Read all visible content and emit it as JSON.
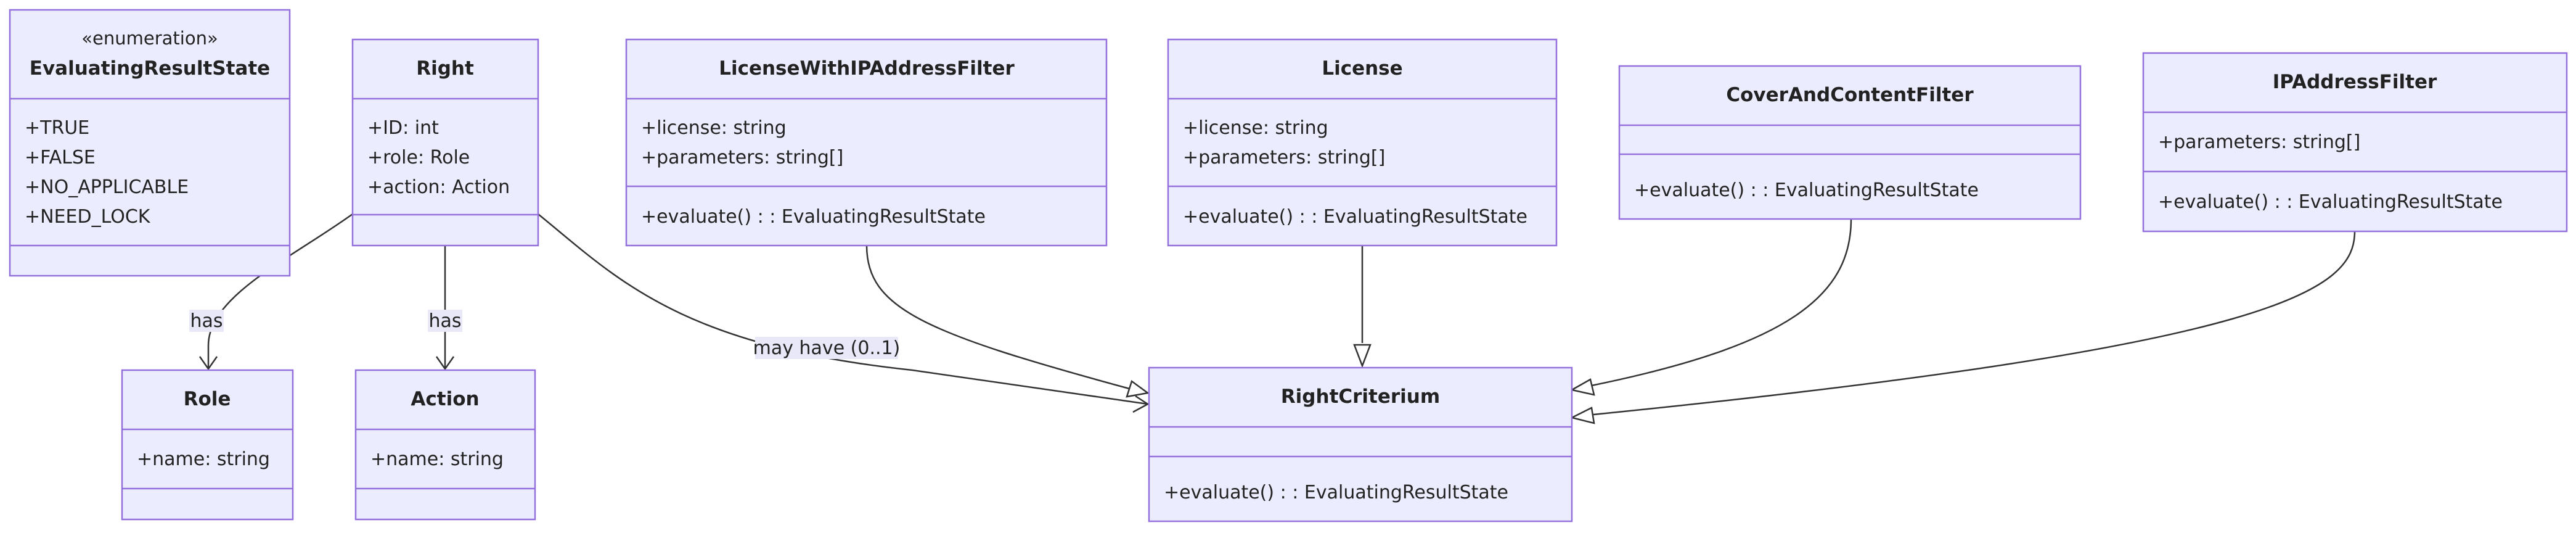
{
  "classes": {
    "evaluating_result_state": {
      "stereotype": "«enumeration»",
      "name": "EvaluatingResultState",
      "attributes": [
        "+TRUE",
        "+FALSE",
        "+NO_APPLICABLE",
        "+NEED_LOCK"
      ],
      "methods": []
    },
    "right": {
      "name": "Right",
      "attributes": [
        "+ID: int",
        "+role: Role",
        "+action: Action"
      ],
      "methods": []
    },
    "license_with_ip": {
      "name": "LicenseWithIPAddressFilter",
      "attributes": [
        "+license: string",
        "+parameters: string[]"
      ],
      "methods": [
        "+evaluate() : : EvaluatingResultState"
      ]
    },
    "license": {
      "name": "License",
      "attributes": [
        "+license: string",
        "+parameters: string[]"
      ],
      "methods": [
        "+evaluate() : : EvaluatingResultState"
      ]
    },
    "cover_and_content": {
      "name": "CoverAndContentFilter",
      "attributes": [],
      "methods": [
        "+evaluate() : : EvaluatingResultState"
      ]
    },
    "ip_address_filter": {
      "name": "IPAddressFilter",
      "attributes": [
        "+parameters: string[]"
      ],
      "methods": [
        "+evaluate() : : EvaluatingResultState"
      ]
    },
    "role": {
      "name": "Role",
      "attributes": [
        "+name: string"
      ],
      "methods": []
    },
    "action": {
      "name": "Action",
      "attributes": [
        "+name: string"
      ],
      "methods": []
    },
    "right_criterium": {
      "name": "RightCriterium",
      "attributes": [],
      "methods": [
        "+evaluate() : : EvaluatingResultState"
      ]
    }
  },
  "relations": {
    "right_role_label": "has",
    "right_action_label": "has",
    "right_criterium_label": "may have (0..1)"
  }
}
